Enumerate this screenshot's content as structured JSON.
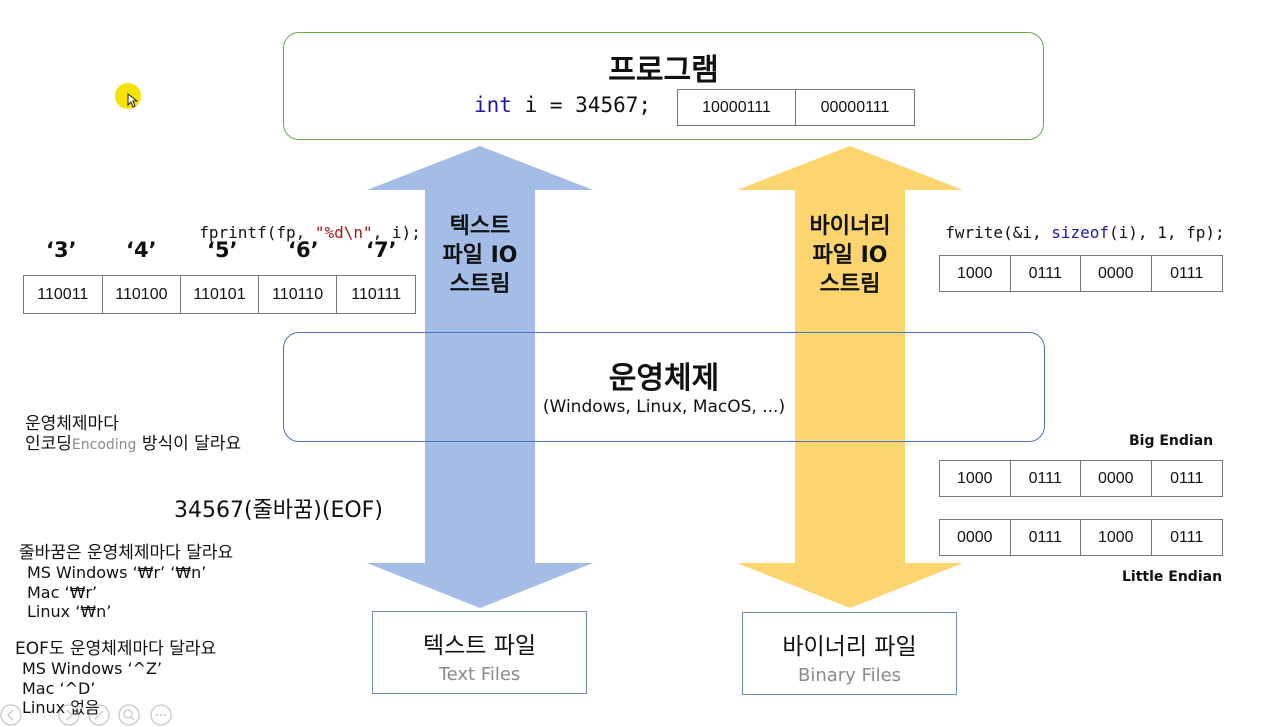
{
  "colors": {
    "program_border": "#6aa84f",
    "os_border": "#4a73c2",
    "text_arrow": "#a4bde6",
    "binary_arrow": "#fcd56f",
    "keyword": "#1a1aa6",
    "string": "#a31515",
    "pointer": "#f5e400"
  },
  "program": {
    "title": "프로그램",
    "code_kw": "int",
    "code_rest": " i = 34567;",
    "bytes": [
      "10000111",
      "00000111"
    ]
  },
  "text_side": {
    "code_prefix": "fprintf(fp, ",
    "code_str": "\"%d\\n\"",
    "code_suffix": ", i);",
    "chars": [
      "‘3’",
      "‘4’",
      "‘5’",
      "‘6’",
      "‘7’"
    ],
    "char_codes": [
      "110011",
      "110100",
      "110101",
      "110110",
      "110111"
    ],
    "arrow_label": [
      "텍스트",
      "파일 IO",
      "스트림"
    ],
    "file_title": "텍스트 파일",
    "file_subtitle": "Text Files"
  },
  "binary_side": {
    "code_prefix": "fwrite(&i, ",
    "code_kw": "sizeof",
    "code_suffix": "(i), 1, fp);",
    "nibbles": [
      "1000",
      "0111",
      "0000",
      "0111"
    ],
    "big_endian_label": "Big Endian",
    "big_endian": [
      "1000",
      "0111",
      "0000",
      "0111"
    ],
    "little_endian_label": "Little Endian",
    "little_endian": [
      "0000",
      "0111",
      "1000",
      "0111"
    ],
    "arrow_label": [
      "바이너리",
      "파일 IO",
      "스트림"
    ],
    "file_title": "바이너리 파일",
    "file_subtitle": "Binary Files"
  },
  "os": {
    "title": "운영체제",
    "subtitle": "(Windows, Linux, MacOS, ...)"
  },
  "notes": {
    "encoding_line1": "운영체제마다",
    "encoding_line2_a": "인코딩",
    "encoding_line2_b": "Encoding",
    "encoding_line2_c": " 방식이 달라요",
    "example": "34567(줄바꿈)(EOF)",
    "newline_title": "줄바꿈은 운영체제마다 달라요",
    "newline_items": [
      "MS Windows ‘₩r’ ‘₩n’",
      "Mac ‘₩r’",
      "Linux ‘₩n’"
    ],
    "eof_title": "EOF도 운영체제마다 달라요",
    "eof_items": [
      "MS Windows ‘^Z’",
      "Mac ‘^D’",
      "Linux 없음"
    ]
  },
  "toolbar": {
    "icons": [
      "back-icon",
      "forward-icon",
      "edit-icon",
      "zoom-icon",
      "more-icon"
    ]
  }
}
